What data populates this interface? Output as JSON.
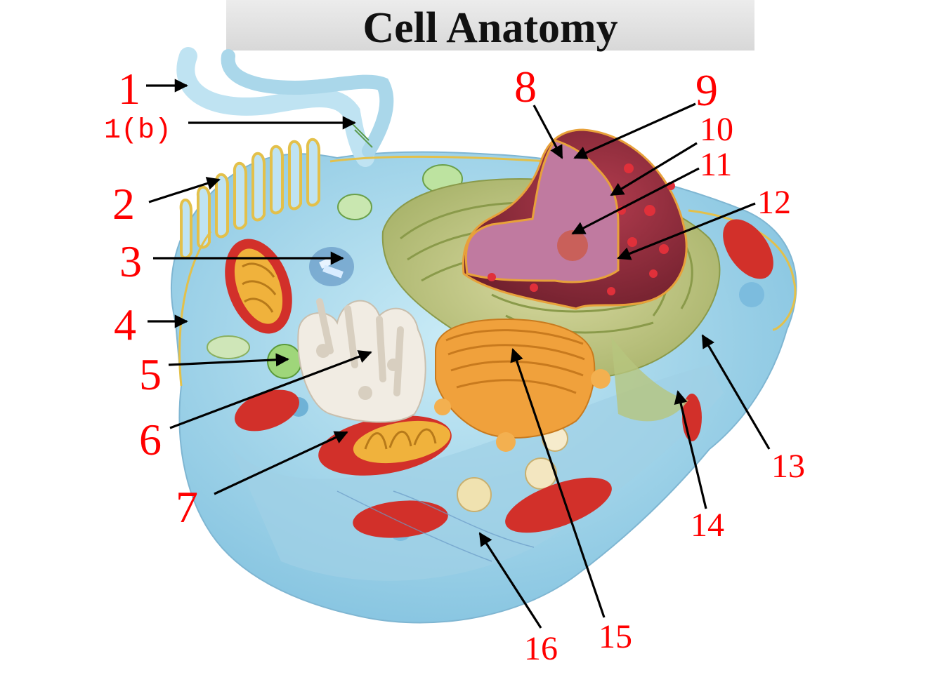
{
  "title": "Cell Anatomy",
  "labels": {
    "l1": "1",
    "l1b": "1(b)",
    "l2": "2",
    "l3": "3",
    "l4": "4",
    "l5": "5",
    "l6": "6",
    "l7": "7",
    "l8": "8",
    "l9": "9",
    "l10": "10",
    "l11": "11",
    "l12": "12",
    "l13": "13",
    "l14": "14",
    "l15": "15",
    "l16": "16"
  },
  "colors": {
    "label": "#ff0000",
    "arrow": "#000000",
    "cytoplasm": "#a9d8ec",
    "membrane": "#e6c34a",
    "nucleus": "#8e2a3a",
    "nucleoplasm": "#c07aa0",
    "mitochondria": "#d2302a",
    "golgi": "#f0a13c",
    "er": "#b9c07a"
  }
}
